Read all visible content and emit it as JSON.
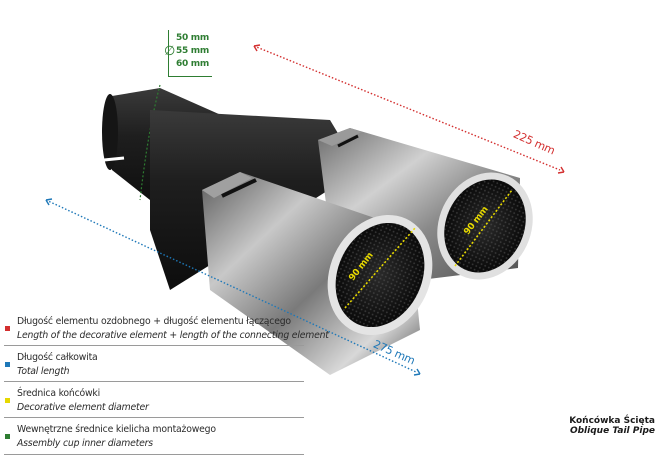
{
  "product": {
    "title_pl": "Końcówka Ścięta",
    "title_en": "Oblique Tail Pipe"
  },
  "dimensions": {
    "connecting_length": "225 mm",
    "total_length": "275 mm",
    "tip_diameter_left": "90 mm",
    "tip_diameter_right": "90 mm",
    "cup_diameter_symbol": "∅",
    "cup_diameters": [
      "50 mm",
      "55 mm",
      "60 mm"
    ]
  },
  "colors": {
    "red": "#d32f2f",
    "blue": "#1e78b8",
    "yellow": "#e6d800",
    "green": "#2e7d32"
  },
  "legend": [
    {
      "color": "#d32f2f",
      "pl": "Długość elementu ozdobnego + długość elementu łączącego",
      "en": "Length of the decorative element + length of the connecting element"
    },
    {
      "color": "#1e78b8",
      "pl": "Długość całkowita",
      "en": "Total length"
    },
    {
      "color": "#e6d800",
      "pl": "Średnica końcówki",
      "en": "Decorative element diameter"
    },
    {
      "color": "#2e7d32",
      "pl": "Wewnętrzne średnice kielicha montażowego",
      "en": "Assembly cup inner diameters"
    }
  ]
}
